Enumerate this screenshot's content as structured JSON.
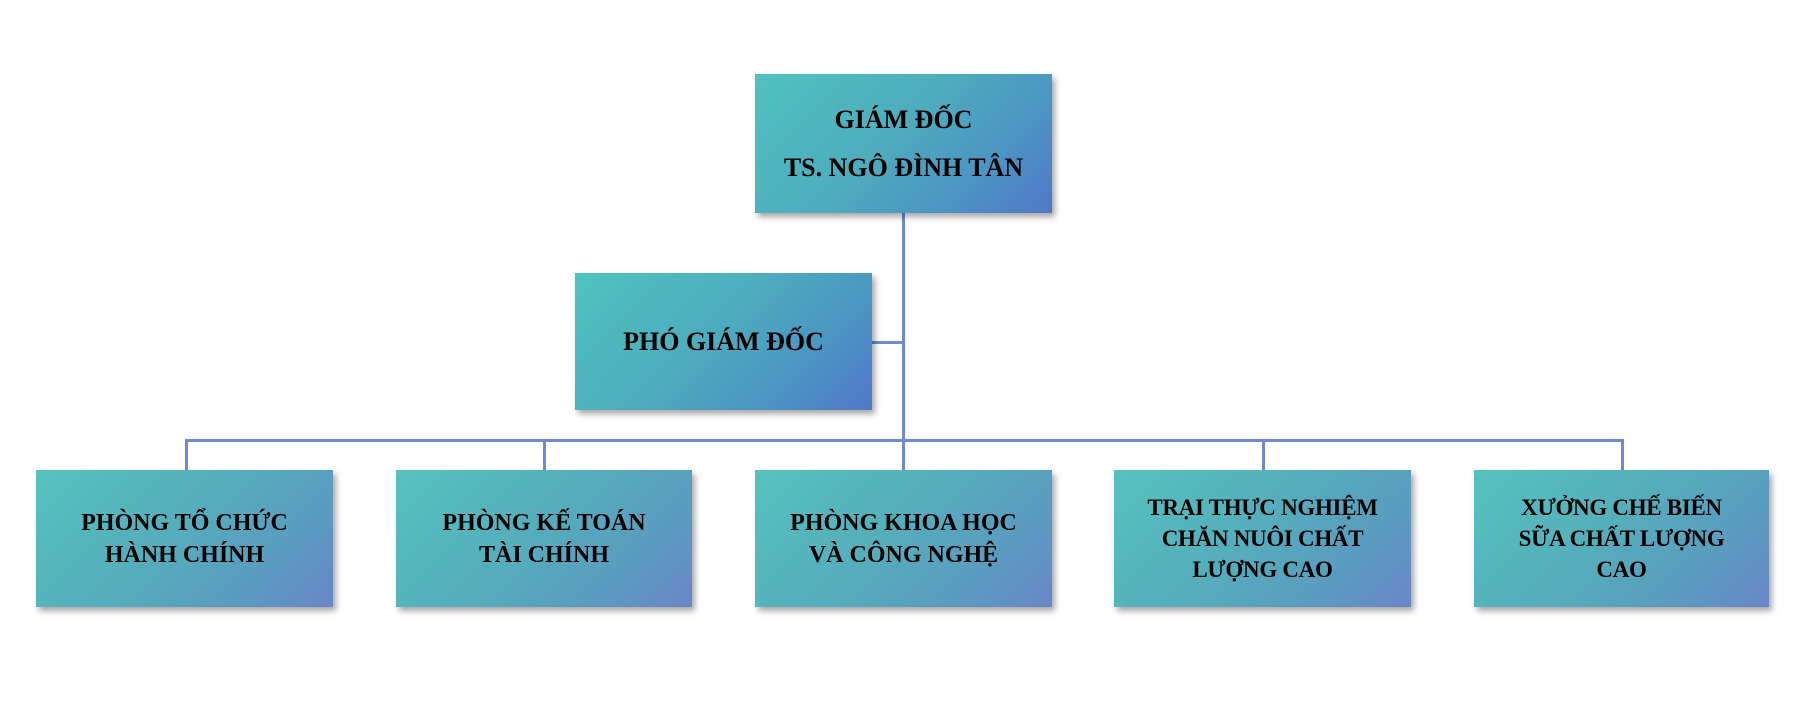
{
  "diagram": {
    "type": "org-chart",
    "line_color": "#6f8bd4",
    "box_gradient": [
      "#4fc3c0",
      "#5276c8"
    ],
    "director": {
      "title": "GIÁM ĐỐC",
      "name": "TS. NGÔ ĐÌNH TÂN",
      "text": "GIÁM ĐỐC\nTS. NGÔ ĐÌNH TÂN"
    },
    "deputy": {
      "text": "PHÓ GIÁM ĐỐC"
    },
    "departments": [
      {
        "text": "PHÒNG TỔ CHỨC\nHÀNH CHÍNH"
      },
      {
        "text": "PHÒNG KẾ TOÁN\nTÀI CHÍNH"
      },
      {
        "text": "PHÒNG KHOA HỌC\nVÀ CÔNG NGHỆ"
      },
      {
        "text": "TRẠI THỰC NGHIỆM\nCHĂN NUÔI CHẤT\nLƯỢNG CAO"
      },
      {
        "text": "XƯỞNG CHẾ BIẾN\nSỮA CHẤT LƯỢNG\nCAO"
      }
    ]
  }
}
